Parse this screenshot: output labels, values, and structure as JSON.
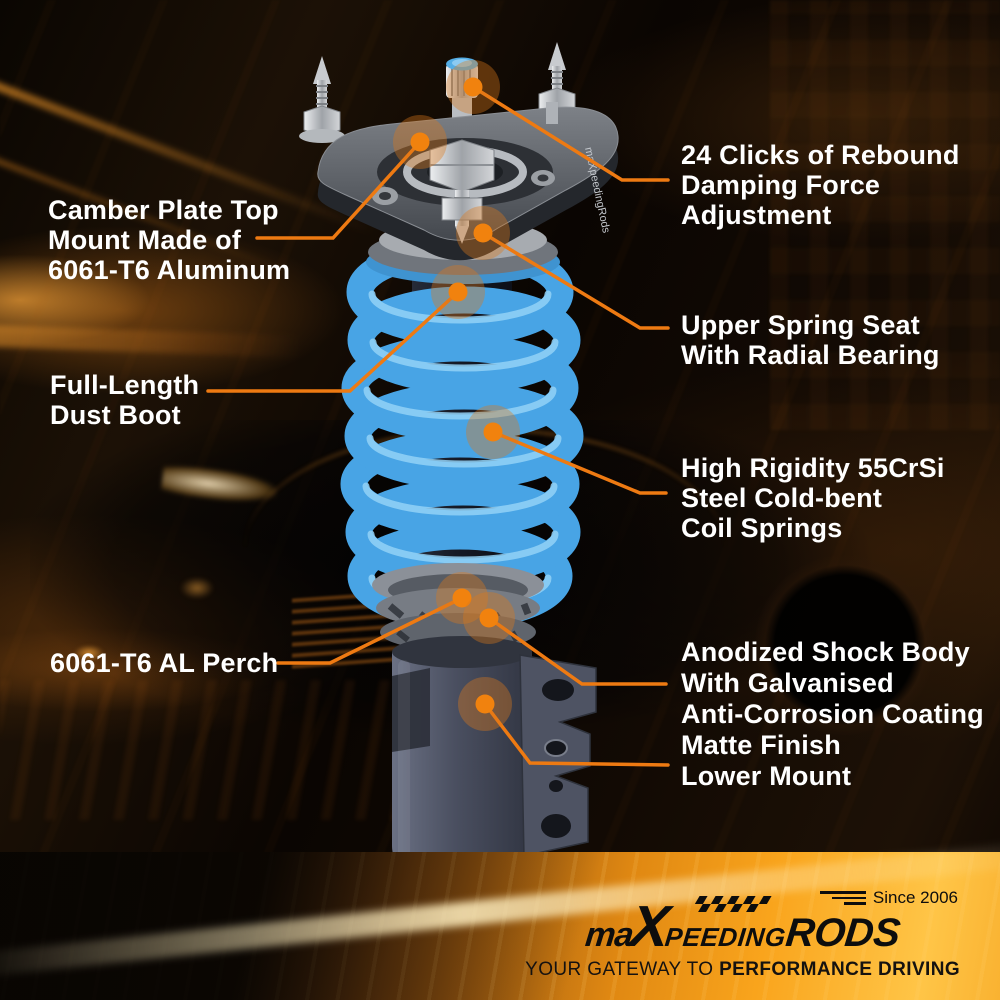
{
  "callout_labels": {
    "camber_plate": {
      "lines": [
        "Camber Plate Top",
        "Mount Made of",
        "6061-T6 Aluminum"
      ]
    },
    "dust_boot": {
      "lines": [
        "Full-Length",
        "Dust Boot"
      ]
    },
    "al_perch": {
      "lines": [
        "6061-T6 AL Perch"
      ]
    },
    "rebound": {
      "lines": [
        "24 Clicks of Rebound",
        "Damping Force",
        "Adjustment"
      ]
    },
    "spring_seat": {
      "lines": [
        "Upper Spring Seat",
        "With Radial Bearing"
      ]
    },
    "coil_springs": {
      "lines": [
        "High Rigidity 55CrSi",
        "Steel Cold-bent",
        "Coil Springs"
      ]
    },
    "shock_body": {
      "lines": [
        "Anodized Shock Body",
        "With Galvanised",
        "Anti-Corrosion Coating",
        "Matte Finish",
        "Lower Mount"
      ]
    }
  },
  "brand": {
    "since": "Since 2006",
    "logo_ma": "ma",
    "logo_x": "X",
    "logo_peeding": "peeding",
    "logo_rods": "RODS",
    "tagline_prefix": "YOUR GATEWAY TO",
    "tagline_emphasis": "PERFORMANCE DRIVING",
    "plate_engraving": "maXpeedingRods"
  },
  "colors": {
    "accent_orange": "#ee7a12",
    "label_text": "#ffffff",
    "spring_blue": "#48a4e5",
    "band_orange": "#f9a41c",
    "logo_black": "#0d0d0d"
  }
}
